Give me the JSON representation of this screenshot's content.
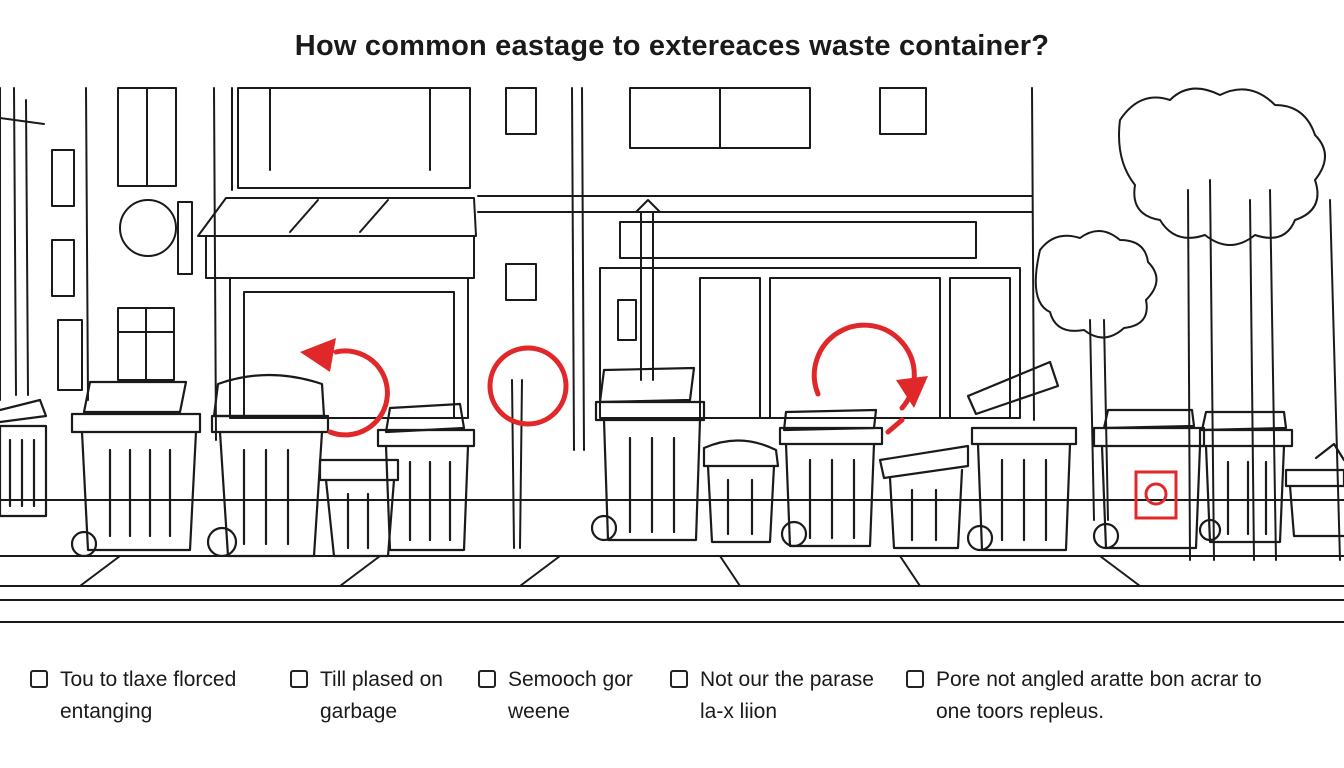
{
  "question": "How common eastage to extereaces waste container?",
  "colors": {
    "ink": "#1a1a1a",
    "accent": "#e0282a",
    "paper": "#ffffff"
  },
  "options": [
    {
      "line1": "Tou to tlaxe florced",
      "line2": "entanging"
    },
    {
      "line1": "Till plased on",
      "line2": "garbage"
    },
    {
      "line1": "Semooch gor",
      "line2": "weene"
    },
    {
      "line1": "Not our the parase",
      "line2": "la-x liion"
    },
    {
      "line1": "Pore not angled aratte bon acrar to",
      "line2": "one toors repleus."
    }
  ]
}
